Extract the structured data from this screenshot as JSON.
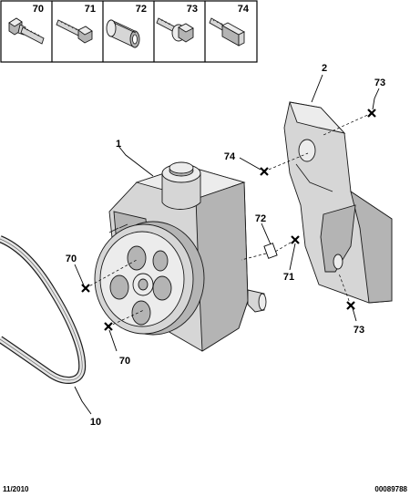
{
  "legend": {
    "refs": [
      "70",
      "71",
      "72",
      "73",
      "74"
    ]
  },
  "callouts": {
    "pump": "1",
    "bracket": "2",
    "belt": "10",
    "screw_70_upper": "70",
    "screw_70_lower": "70",
    "screw_71": "71",
    "sleeve_72": "72",
    "screw_73_upper": "73",
    "screw_73_lower": "73",
    "screw_74": "74"
  },
  "footer": {
    "date": "11/2010",
    "reference": "00089788"
  }
}
